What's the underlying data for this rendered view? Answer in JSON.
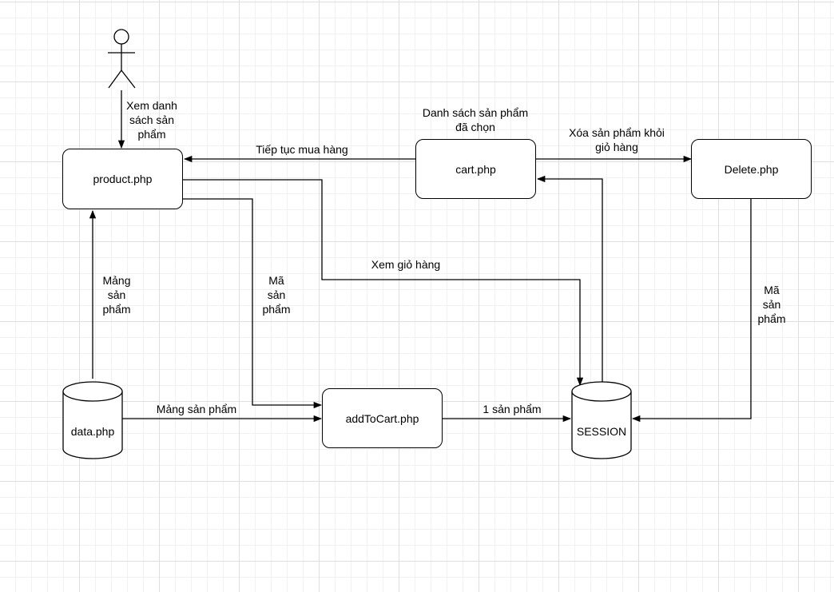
{
  "nodes": {
    "product": "product.php",
    "cart": "cart.php",
    "delete": "Delete.php",
    "addtocart": "addToCart.php",
    "data": "data.php",
    "session": "SESSION"
  },
  "edges": {
    "view_list": "Xem danh\nsách sản\nphẩm",
    "continue_shopping": "Tiếp tục mua hàng",
    "selected_list": "Danh sách sản phẩm\nđã chọn",
    "remove_from_cart": "Xóa sản phẩm khỏi\ngiỏ hàng",
    "product_array_up": "Mảng\nsản\nphẩm",
    "product_id_to_add": "Mã\nsản\nphẩm",
    "view_cart": "Xem giỏ hàng",
    "product_id_delete": "Mã\nsản\nphẩm",
    "product_array": "Mảng sản phẩm",
    "one_product": "1 sản phẩm"
  }
}
